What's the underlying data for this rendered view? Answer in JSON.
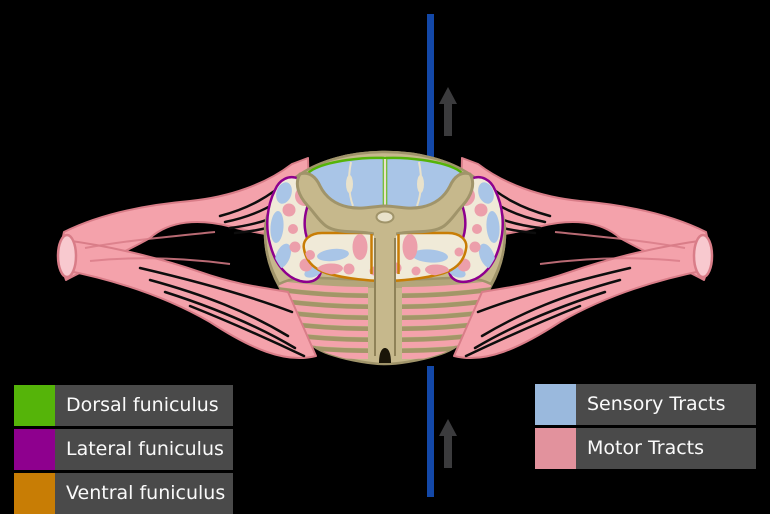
{
  "legend_left": {
    "items": [
      {
        "label": "Dorsal funiculus",
        "color": "#55b409"
      },
      {
        "label": "Lateral funiculus",
        "color": "#8e008e"
      },
      {
        "label": "Ventral funiculus",
        "color": "#c87d05"
      }
    ]
  },
  "legend_right": {
    "items": [
      {
        "label": "Sensory Tracts",
        "color": "#9ab9dd"
      },
      {
        "label": "Motor Tracts",
        "color": "#e2929d"
      }
    ]
  },
  "colors": {
    "background": "#000000",
    "legend_box_bg": "#4a4a4a",
    "legend_text": "#fafafa",
    "dorsal_green": "#55b409",
    "lateral_purple": "#8e008e",
    "ventral_orange": "#c87d05",
    "tract_blue": "#a9c5e7",
    "tract_pink": "#ec9fab",
    "nerve_pink": "#f4a2ab",
    "nerve_outline": "#d97d88",
    "nerve_cut_face": "#f8c9cf",
    "cord_tan": "#c6b88c",
    "cord_outline": "#a0946a",
    "cord_shadow": "#a39668",
    "cream": "#f0ead8",
    "cream_line": "#e9e2cb",
    "axis_blue": "#1348a8",
    "arrow_gray": "#3b3b3d"
  }
}
